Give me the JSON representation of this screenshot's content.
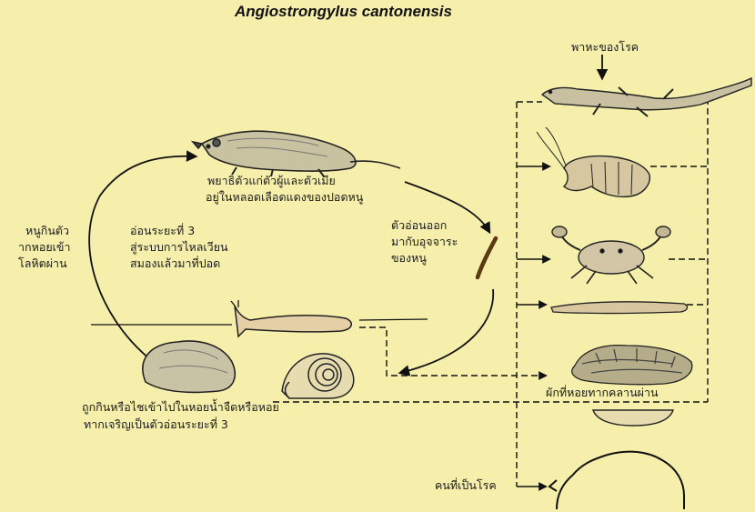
{
  "title": "Angiostrongylus cantonensis",
  "labels": {
    "adult_worms": [
      "พยาธิตัวแก่ตัวผู้และตัวเมีย",
      "อยู่ในหลอดเลือดแดงของปอดหนู"
    ],
    "larvae_feces": [
      "ตัวอ่อนออก",
      "มากับอุจจาระ",
      "ของหนู"
    ],
    "rat_eats_left": [
      "หนูกินตัว",
      "ากหอยเข้า",
      "โลหิตผ่าน"
    ],
    "rat_eats_right": [
      "อ่อนระยะที่ 3",
      "สู่ระบบการไหลเวียน",
      "สมองแล้วมาที่ปอด"
    ],
    "snail_stage": [
      "ถูกกินหรือไชเข้าไปในหอยน้ำจืดหรือหอย",
      "ทากเจริญเป็นตัวอ่อนระยะที่ 3"
    ],
    "paratenic_hosts": "พาหะของโรค",
    "vegetables": "ผักที่หอยทากคลานผ่าน",
    "human": "คนที่เป็นโรค"
  }
}
